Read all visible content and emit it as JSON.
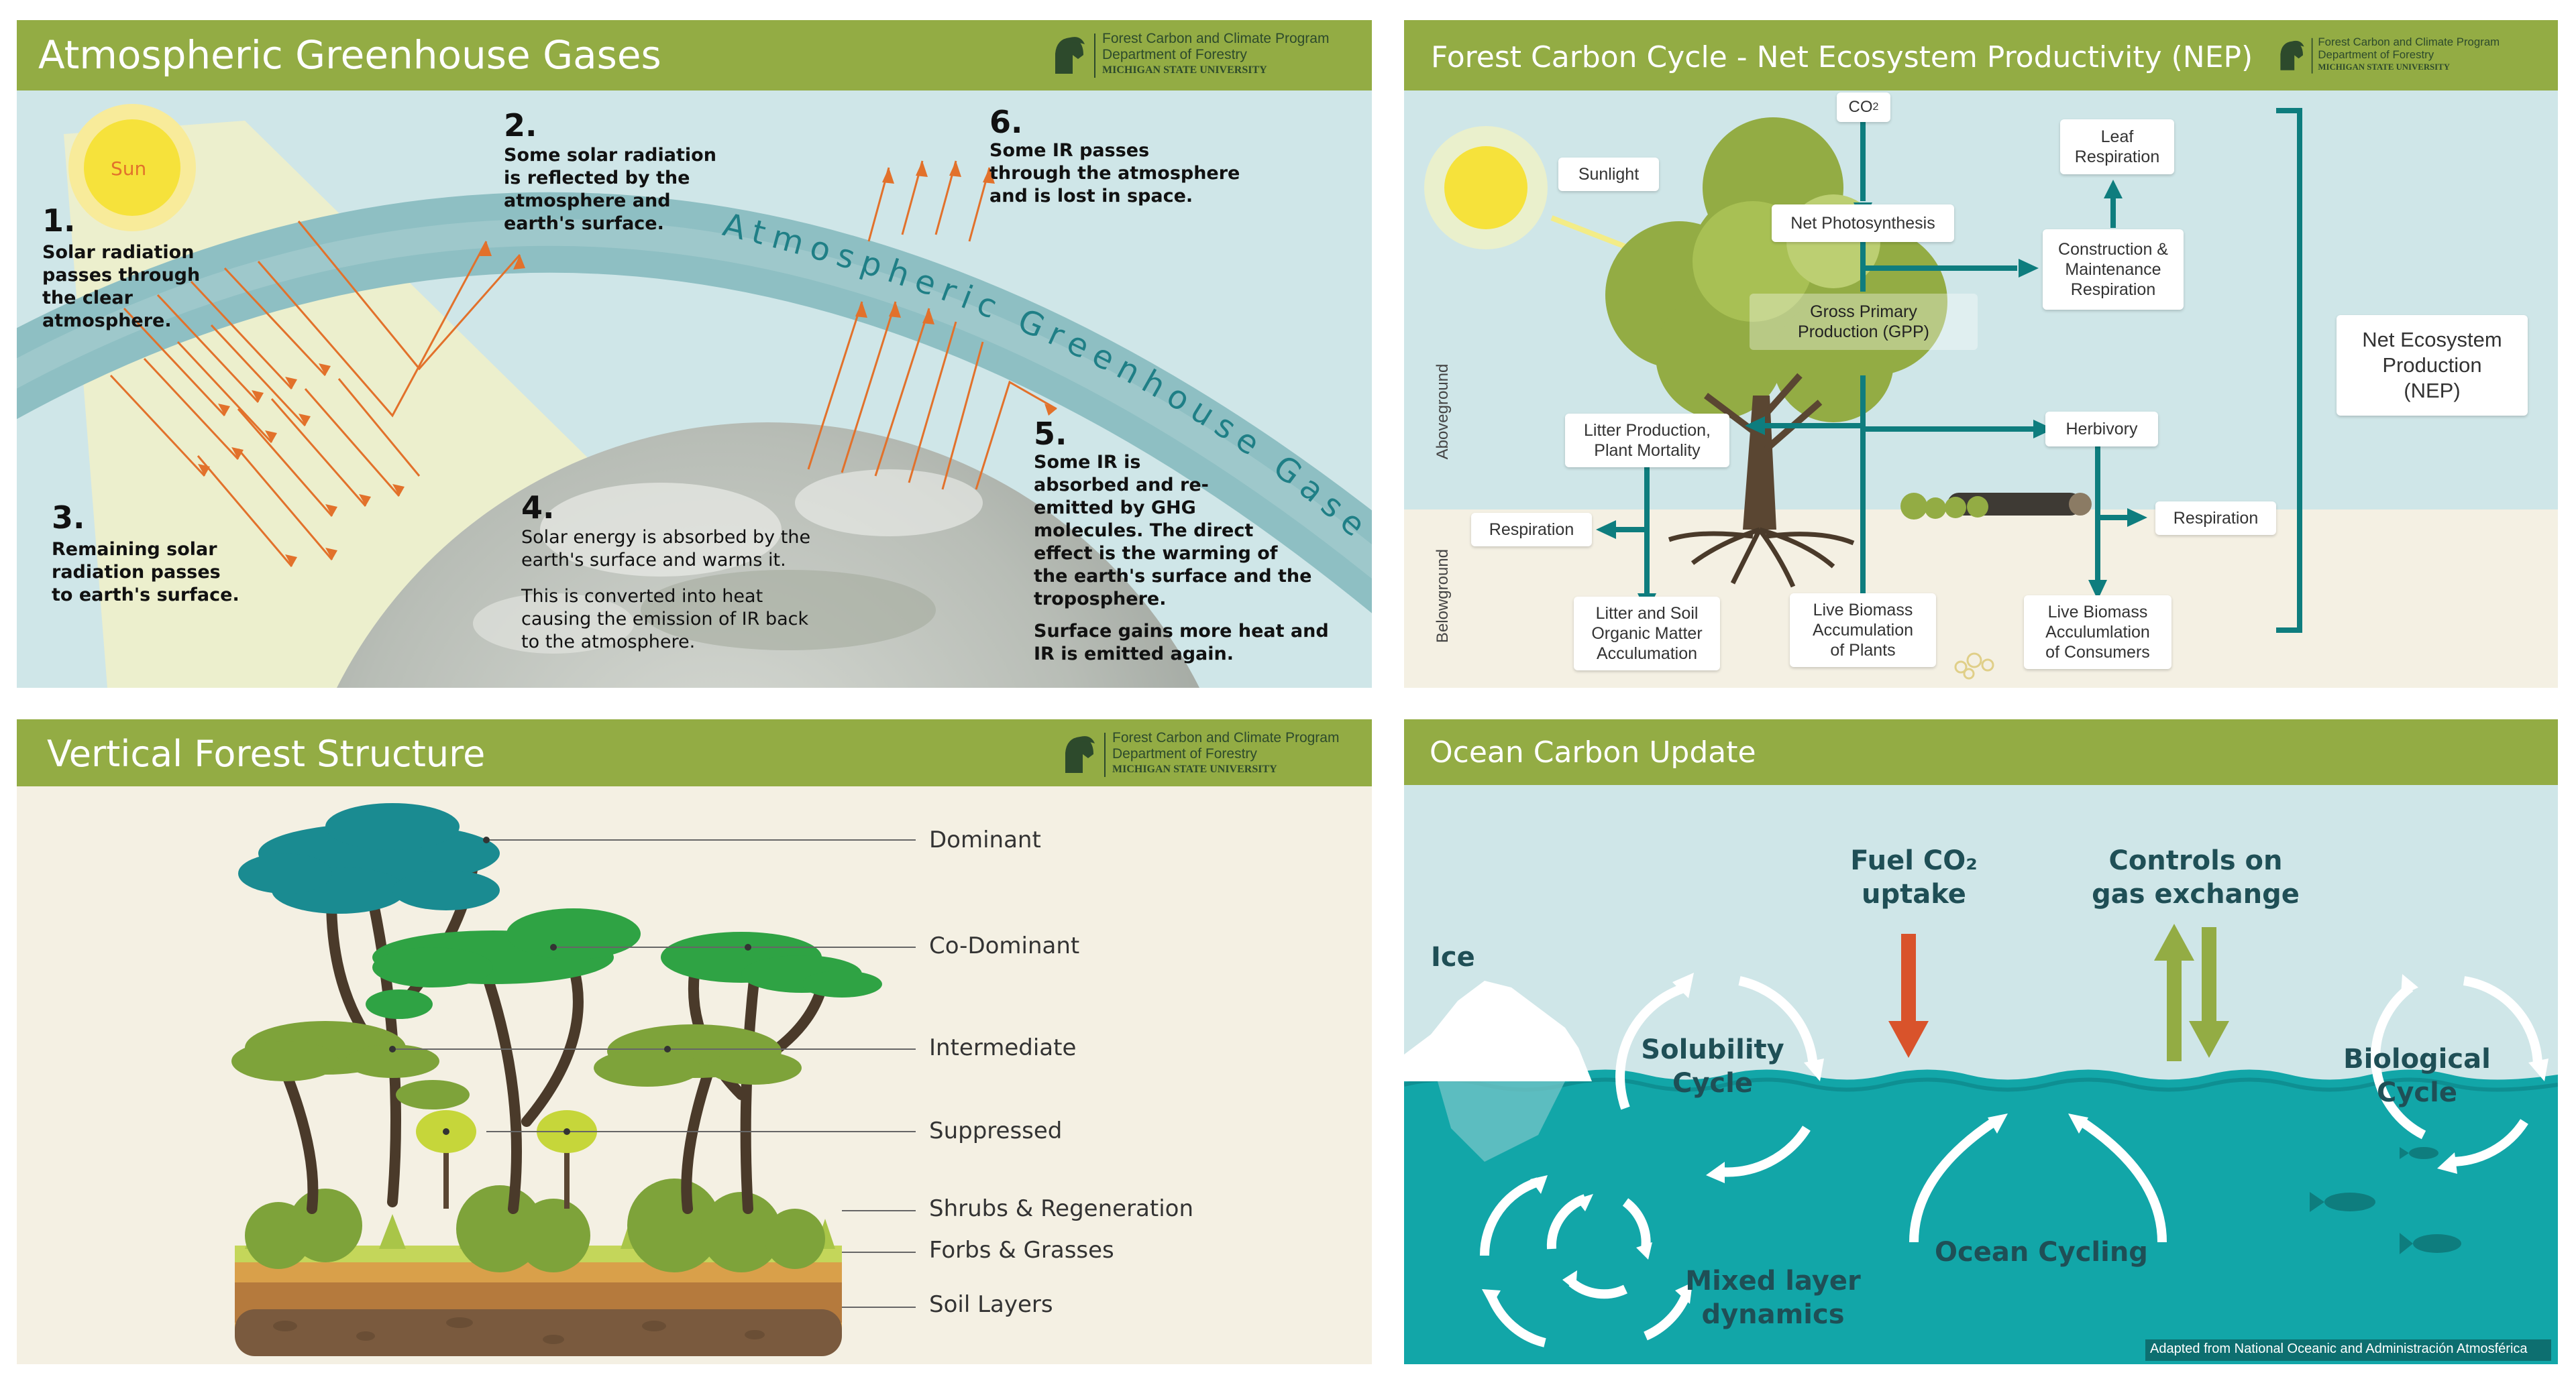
{
  "logo": {
    "line1": "Forest Carbon and Climate Program",
    "line2": "Department of Forestry",
    "line3": "MICHIGAN STATE UNIVERSITY"
  },
  "colors": {
    "header_green": "#93ac44",
    "teal": "#0e7d7e",
    "ocean": "#12a6a8",
    "sky": "#cfe6e8",
    "cream": "#f4f0e3",
    "arrow_orange": "#e2712b",
    "sun_yellow": "#f6e23b",
    "fuel_arrow": "#d9532b",
    "exchange_arrow": "#93ac44"
  },
  "panel1": {
    "title": "Atmospheric Greenhouse Gases",
    "sun_label": "Sun",
    "arc_label": "Atmospheric Greenhouse Gases",
    "steps": [
      {
        "num": "1.",
        "text": "Solar radiation\npasses through\nthe clear\natmosphere."
      },
      {
        "num": "2.",
        "text": "Some solar radiation\nis reflected by the\natmosphere and\nearth's surface."
      },
      {
        "num": "3.",
        "text": "Remaining solar\nradiation passes\nto earth's surface."
      },
      {
        "num": "4.",
        "text": "Solar energy is absorbed by the\nearth's surface and warms it.",
        "text2": "This is converted into heat\ncausing the emission of IR back\nto the atmosphere."
      },
      {
        "num": "5.",
        "text": "Some IR is\nabsorbed and re-\nemitted by GHG\nmolecules. The direct\neffect is the warming of\nthe earth's surface and the\ntroposphere.",
        "text2": "Surface gains more heat and\nIR is emitted again."
      },
      {
        "num": "6.",
        "text": "Some IR passes\nthrough the atmosphere\nand is lost in space."
      }
    ]
  },
  "panel2": {
    "title": "Forest Carbon Cycle - Net Ecosystem Productivity (NEP)",
    "co2": "CO",
    "co2_sub": "2",
    "sunlight": "Sunlight",
    "net_photosynthesis": "Net Photosynthesis",
    "gpp": "Gross Primary\nProduction  (GPP)",
    "leaf_respiration": "Leaf\nRespiration",
    "construction": "Construction &\nMaintenance\nRespiration",
    "litter_production": "Litter Production,\nPlant Mortality",
    "herbivory": "Herbivory",
    "respiration_left": "Respiration",
    "respiration_right": "Respiration",
    "litter_soil": "Litter and Soil\nOrganic Matter\nAcculumation",
    "live_plants": "Live Biomass\nAccumulation\nof Plants",
    "live_consumers": "Live Biomass\nAcculumlation\nof Consumers",
    "nep": "Net Ecosystem\nProduction\n(NEP)",
    "aboveground": "Aboveground",
    "belowground": "Belowground"
  },
  "panel3": {
    "title": "Vertical Forest Structure",
    "labels": [
      "Dominant",
      "Co-Dominant",
      "Intermediate",
      "Suppressed",
      "Shrubs & Regeneration",
      "Forbs & Grasses",
      "Soil Layers"
    ]
  },
  "panel4": {
    "title": "Ocean Carbon Update",
    "ice": "Ice",
    "fuel": "Fuel CO₂\nuptake",
    "controls": "Controls on\ngas exchange",
    "solubility": "Solubility\nCycle",
    "biological": "Biological\nCycle",
    "ocean_cycling": "Ocean Cycling",
    "mixed": "Mixed layer\ndynamics",
    "credit": "Adapted from National Oceanic and Administración Atmosférica"
  }
}
